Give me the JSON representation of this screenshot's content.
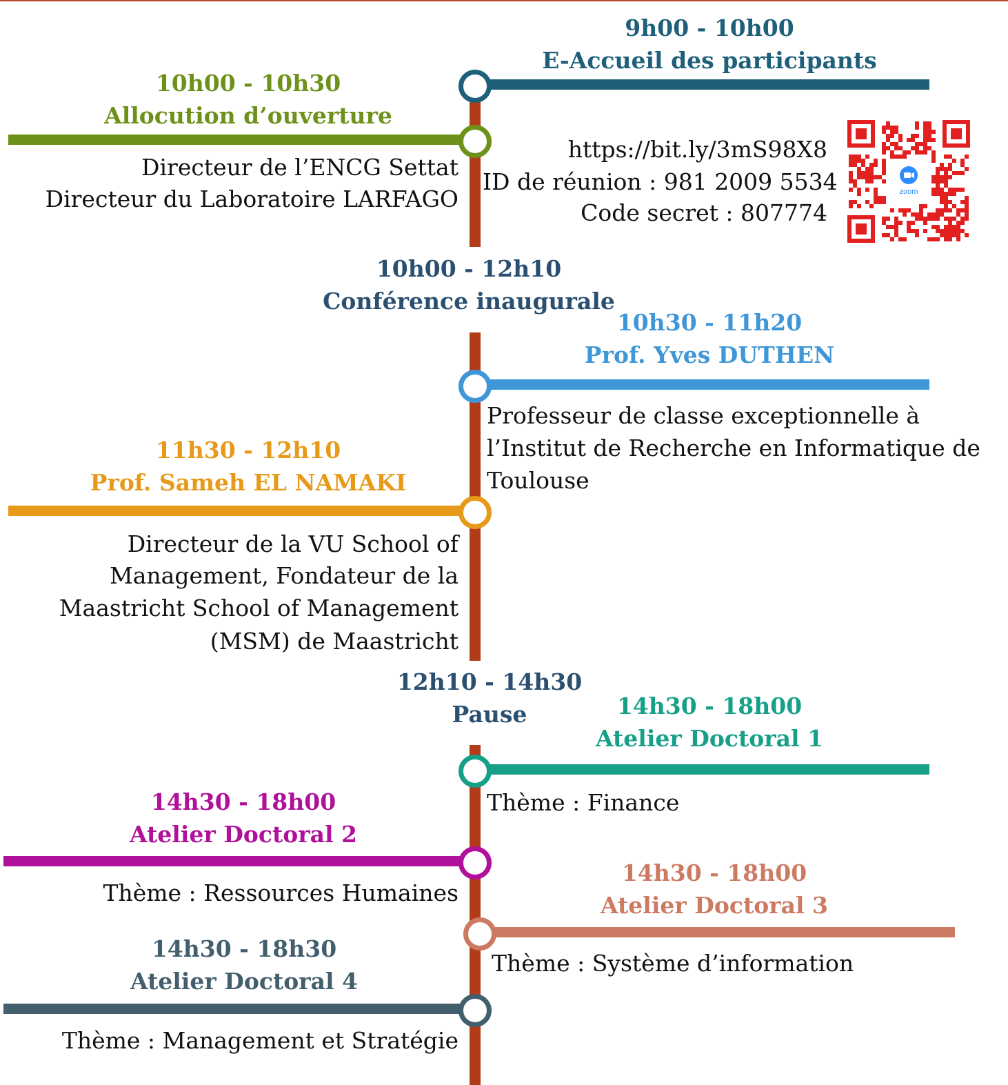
{
  "colors": {
    "spine": "#b23b18",
    "accueil": "#1e5f7a",
    "ouverture": "#6e9219",
    "conference": "#2a4f70",
    "duthen": "#3f97d8",
    "namaki": "#e79a1a",
    "pause": "#2a4f70",
    "atelier1": "#16a088",
    "atelier2": "#b0109a",
    "atelier3": "#cc7a62",
    "atelier4": "#435e6c",
    "qr": "#e22020",
    "zoom": "#2d8cff"
  },
  "events": {
    "accueil": {
      "time": "9h00 - 10h00",
      "title": "E-Accueil des participants"
    },
    "zoom": {
      "link": "https://bit.ly/3mS98X8",
      "meeting_id": "ID de réunion : 981 2009 5534",
      "passcode": "Code secret : 807774",
      "qr_badge": "zoom",
      "qr_icon": "zoom-camera-icon"
    },
    "ouverture": {
      "time": "10h00 - 10h30",
      "title": "Allocution d’ouverture",
      "lines": [
        "Directeur de l’ENCG Settat",
        "Directeur du Laboratoire LARFAGO"
      ]
    },
    "conference": {
      "time": "10h00 - 12h10",
      "title": "Conférence inaugurale"
    },
    "duthen": {
      "time": "10h30 - 11h20",
      "title": "Prof. Yves DUTHEN",
      "lines": [
        "Professeur de classe exceptionnelle à",
        "l’Institut de Recherche en Informatique de",
        "Toulouse"
      ]
    },
    "namaki": {
      "time": "11h30 - 12h10",
      "title": "Prof. Sameh EL NAMAKI",
      "lines": [
        "Directeur de la VU School of",
        "Management, Fondateur de la",
        "Maastricht School of Management",
        "(MSM) de Maastricht"
      ]
    },
    "pause": {
      "time": "12h10 - 14h30",
      "title": "Pause"
    },
    "atelier1": {
      "time": "14h30 - 18h00",
      "title": "Atelier Doctoral 1",
      "theme": "Thème : Finance"
    },
    "atelier2": {
      "time": "14h30 - 18h00",
      "title": "Atelier Doctoral 2",
      "theme": "Thème : Ressources Humaines"
    },
    "atelier3": {
      "time": "14h30 - 18h00",
      "title": "Atelier Doctoral 3",
      "theme": "Thème : Système d’information"
    },
    "atelier4": {
      "time": "14h30 - 18h30",
      "title": "Atelier Doctoral 4",
      "theme": "Thème : Management et Stratégie"
    }
  }
}
